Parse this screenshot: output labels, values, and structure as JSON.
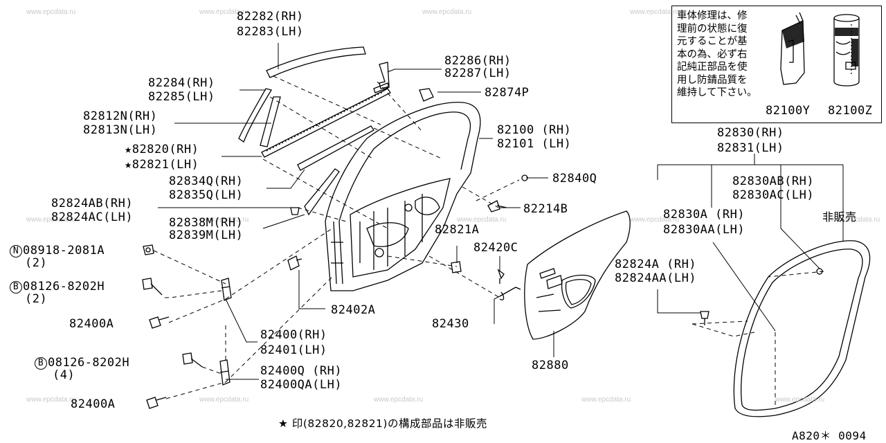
{
  "watermark": "www.epcdata.ru",
  "labels": {
    "p82282": "82282(RH)",
    "p82283": "82283(LH)",
    "p82286": "82286(RH)",
    "p82287": "82287(LH)",
    "p82284": "82284(RH)",
    "p82285": "82285(LH)",
    "p82874P": "82874P",
    "p82812N": "82812N(RH)",
    "p82813N": "82813N(LH)",
    "p82100": "82100 (RH)",
    "p82101": "82101 (LH)",
    "p82820": "★82820(RH)",
    "p82821": "★82821(LH)",
    "p82834Q": "82834Q(RH)",
    "p82835Q": "82835Q(LH)",
    "p82840Q": "82840Q",
    "p82824AB": "82824AB(RH)",
    "p82824AC": "82824AC(LH)",
    "p82214B": "82214B",
    "p82838M": "82838M(RH)",
    "p82839M": "82839M(LH)",
    "p82821A": "82821A",
    "p08918_code": "08918-2081A",
    "p08918_qty": "(2)",
    "p82420C": "82420C",
    "p08126a_code": "08126-8202H",
    "p08126a_qty": "(2)",
    "p82402A": "82402A",
    "p82400A_1": "82400A",
    "p82430": "82430",
    "p82400": "82400(RH)",
    "p82401": "82401(LH)",
    "p08126b_code": "08126-8202H",
    "p08126b_qty": "(4)",
    "p82880": "82880",
    "p82400Q": "82400Q (RH)",
    "p82400QA": "82400QA(LH)",
    "p82400A_2": "82400A",
    "p82830": "82830(RH)",
    "p82831": "82831(LH)",
    "p82830AB": "82830AB(RH)",
    "p82830AC": "82830AC(LH)",
    "p82830A": "82830A (RH)",
    "p82830AA": "82830AA(LH)",
    "not_for_sale": "非販売",
    "p82824A": "82824A (RH)",
    "p82824AA": "82824AA(LH)",
    "p82100Y": "82100Y",
    "p82100Z": "82100Z"
  },
  "circle_letters": {
    "n": "N",
    "b1": "B",
    "b2": "B"
  },
  "note_box": {
    "text": "車体修理は、修\n理前の状態に復\n元することが基\n本の為、必ず右\n記純正部品を使\n用し防錆品質を\n維持して下さい。"
  },
  "footer_note": "★ 印(82820,82821)の構成部品は非販売",
  "ref_code": "A820＊ 0094"
}
